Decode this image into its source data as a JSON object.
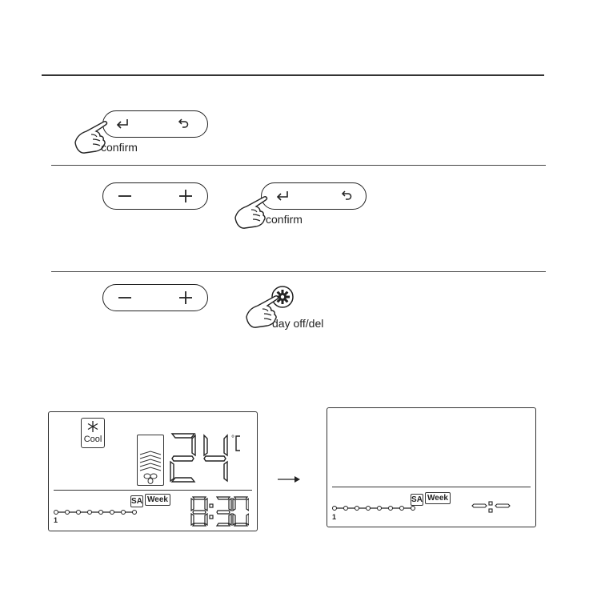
{
  "steps": [
    {
      "caption": "confirm"
    },
    {
      "caption": "confirm"
    },
    {
      "caption": "day off/del"
    }
  ],
  "display_before": {
    "mode_label": "Cool",
    "temperature": "24",
    "temp_unit": "°C",
    "time": "8:30",
    "day_badge": "SA",
    "week_badge": "Week",
    "day_number": "1"
  },
  "display_after": {
    "day_badge": "SA",
    "week_badge": "Week",
    "day_number": "1"
  },
  "icons": [
    "enter-icon",
    "back-icon",
    "minus-icon",
    "plus-icon",
    "pointing-hand-icon",
    "gear-icon",
    "snowflake-icon",
    "fan-icon",
    "arrow-right-icon"
  ]
}
